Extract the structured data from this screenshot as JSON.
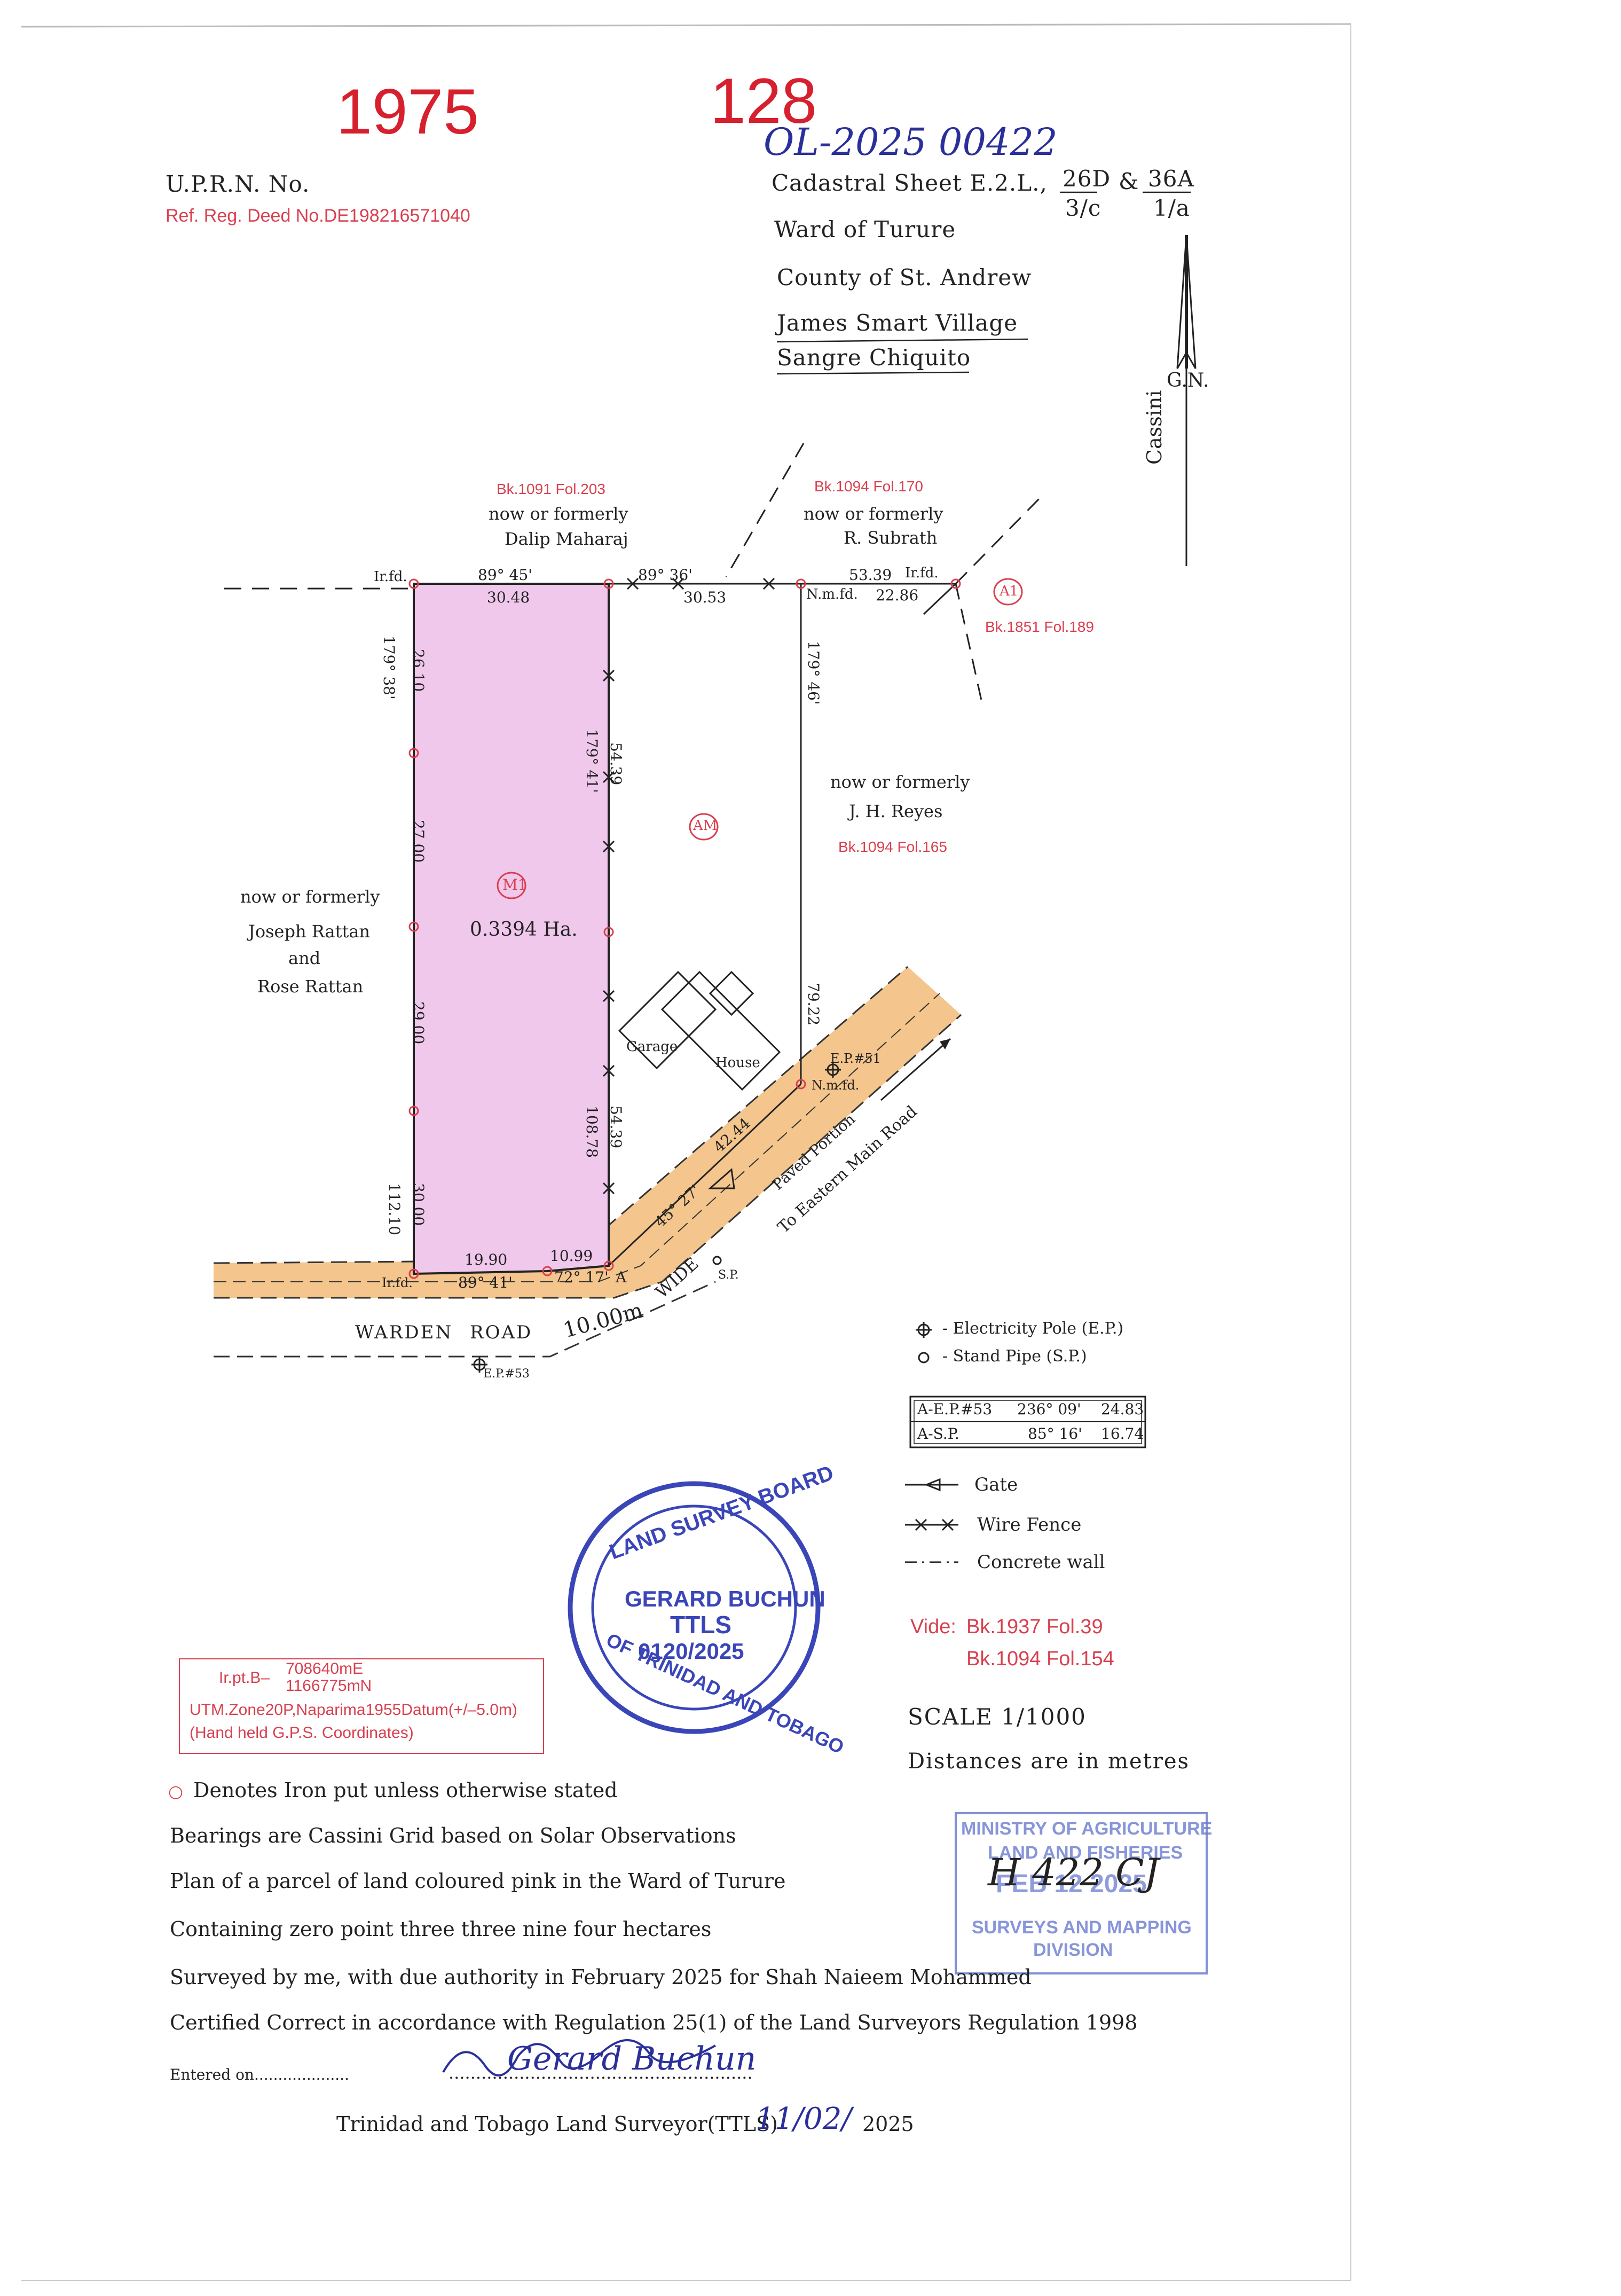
{
  "header": {
    "file_no_1": "1975",
    "file_no_2": "128",
    "handwritten_ref": "OL-2025 00422",
    "uprn_label": "U.P.R.N. No.",
    "ref_reg_deed": "Ref. Reg. Deed No.DE198216571040",
    "cadastral_sheet": "Cadastral Sheet E.2.L.,",
    "sheet_a_top": "26D",
    "sheet_a_bottom": "3/c",
    "amp": "&",
    "sheet_b_top": "36A",
    "sheet_b_bottom": "1/a",
    "ward": "Ward of Turure",
    "county": "County of St. Andrew",
    "village": "James Smart Village",
    "place": "Sangre Chiquito"
  },
  "north_arrow": {
    "label": "G.N.",
    "grid": "Cassini"
  },
  "owners": {
    "north_west": {
      "ref": "Bk.1091 Fol.203",
      "line1": "now or formerly",
      "line2": "Dalip Maharaj"
    },
    "north_east": {
      "ref": "Bk.1094 Fol.170",
      "line1": "now or formerly",
      "line2": "R. Subrath"
    },
    "east_corner_ref": "Bk.1851 Fol.189",
    "east": {
      "line1": "now or formerly",
      "line2": "J. H. Reyes",
      "ref": "Bk.1094 Fol.165"
    },
    "west": {
      "line1": "now or formerly",
      "line2": "Joseph Rattan",
      "line3": "and",
      "line4": "Rose Rattan"
    }
  },
  "parcel": {
    "label": "M1",
    "area": "0.3394 Ha.",
    "adjacent_label": "AM",
    "corner_label": "A1",
    "garage": "Garage",
    "house": "House"
  },
  "measurements": {
    "north_bearing": "89° 45'",
    "north_dist": "30.48",
    "north_mid_bearing": "89° 36'",
    "north_mid_dist": "30.53",
    "north_east_total": "53.39",
    "north_east_dist": "22.86",
    "west_bearing": "179° 38'",
    "west_seg1": "26.10",
    "west_seg2": "27.00",
    "west_seg3": "29.00",
    "west_seg4": "30.00",
    "west_total": "112.10",
    "east_bearing": "179° 41'",
    "east_seg1": "54.39",
    "east_seg2": "54.39",
    "east_total": "108.78",
    "am_east_bearing": "179° 46'",
    "am_east_dist": "79.22",
    "south_dist": "19.90",
    "south_bearing": "89° 41'",
    "south_short": "10.99",
    "south_short_bearing": "72° 17'",
    "diag_bearing": "45° 27'",
    "diag_dist": "42.44",
    "point_a": "A",
    "ir_fd": "Ir.fd.",
    "nm_fd": "N.m.fd."
  },
  "roads": {
    "warden": "WARDEN",
    "road": "ROAD",
    "width": "10.00m",
    "wide": "WIDE",
    "paved": "Paved Portion",
    "eastern_main": "To Eastern Main Road",
    "ep51": "E.P.#51",
    "ep53": "E.P.#53",
    "sp": "S.P."
  },
  "legend": {
    "electricity_pole": "- Electricity Pole (E.P.)",
    "stand_pipe": "- Stand Pipe (S.P.)",
    "tie_table": [
      [
        "A-E.P.#53",
        "236° 09'",
        "24.83"
      ],
      [
        "A-S.P.",
        "85° 16'",
        "16.74"
      ]
    ],
    "gate": "Gate",
    "wire_fence": "Wire Fence",
    "concrete_wall": "Concrete wall"
  },
  "vide": {
    "label": "Vide:",
    "ref1": "Bk.1937 Fol.39",
    "ref2": "Bk.1094 Fol.154"
  },
  "scale": {
    "scale": "SCALE 1/1000",
    "units": "Distances are in metres"
  },
  "stamp": {
    "ring_top": "LAND SURVEY BOARD",
    "ring_bottom": "OF TRINIDAD AND TOBAGO",
    "name": "GERARD BUCHUN",
    "title": "TTLS",
    "number": "0120/2025"
  },
  "gps_box": {
    "prefix": "Ir.pt.B–",
    "easting": "708640mE",
    "northing": "1166775mN",
    "datum": "UTM.Zone20P,Naparima1955Datum(+/–5.0m)",
    "note": "(Hand held G.P.S. Coordinates)"
  },
  "ministry_stamp": {
    "line1": "MINISTRY OF AGRICULTURE",
    "line2": "LAND AND FISHERIES",
    "date": "FEB 12 2025",
    "line3": "SURVEYS AND MAPPING",
    "line4": "DIVISION",
    "handwritten": "H 422 CJ"
  },
  "notes": {
    "iron_put": "Denotes Iron put unless otherwise stated",
    "bearings": "Bearings are Cassini Grid based on Solar Observations",
    "plan": "Plan of a parcel of land coloured pink in the Ward of Turure",
    "containing": "Containing zero point three three nine four hectares",
    "surveyed": "Surveyed by me, with due authority in February 2025 for Shah Naieem Mohammed",
    "certified": "Certified Correct in accordance with Regulation 25(1) of the Land Surveyors Regulation 1998",
    "entered": "Entered on....................",
    "signature": "Gerard Buchun",
    "surveyor": "Trinidad and Tobago Land Surveyor(TTLS)",
    "date": "11/02/",
    "year": "2025"
  }
}
